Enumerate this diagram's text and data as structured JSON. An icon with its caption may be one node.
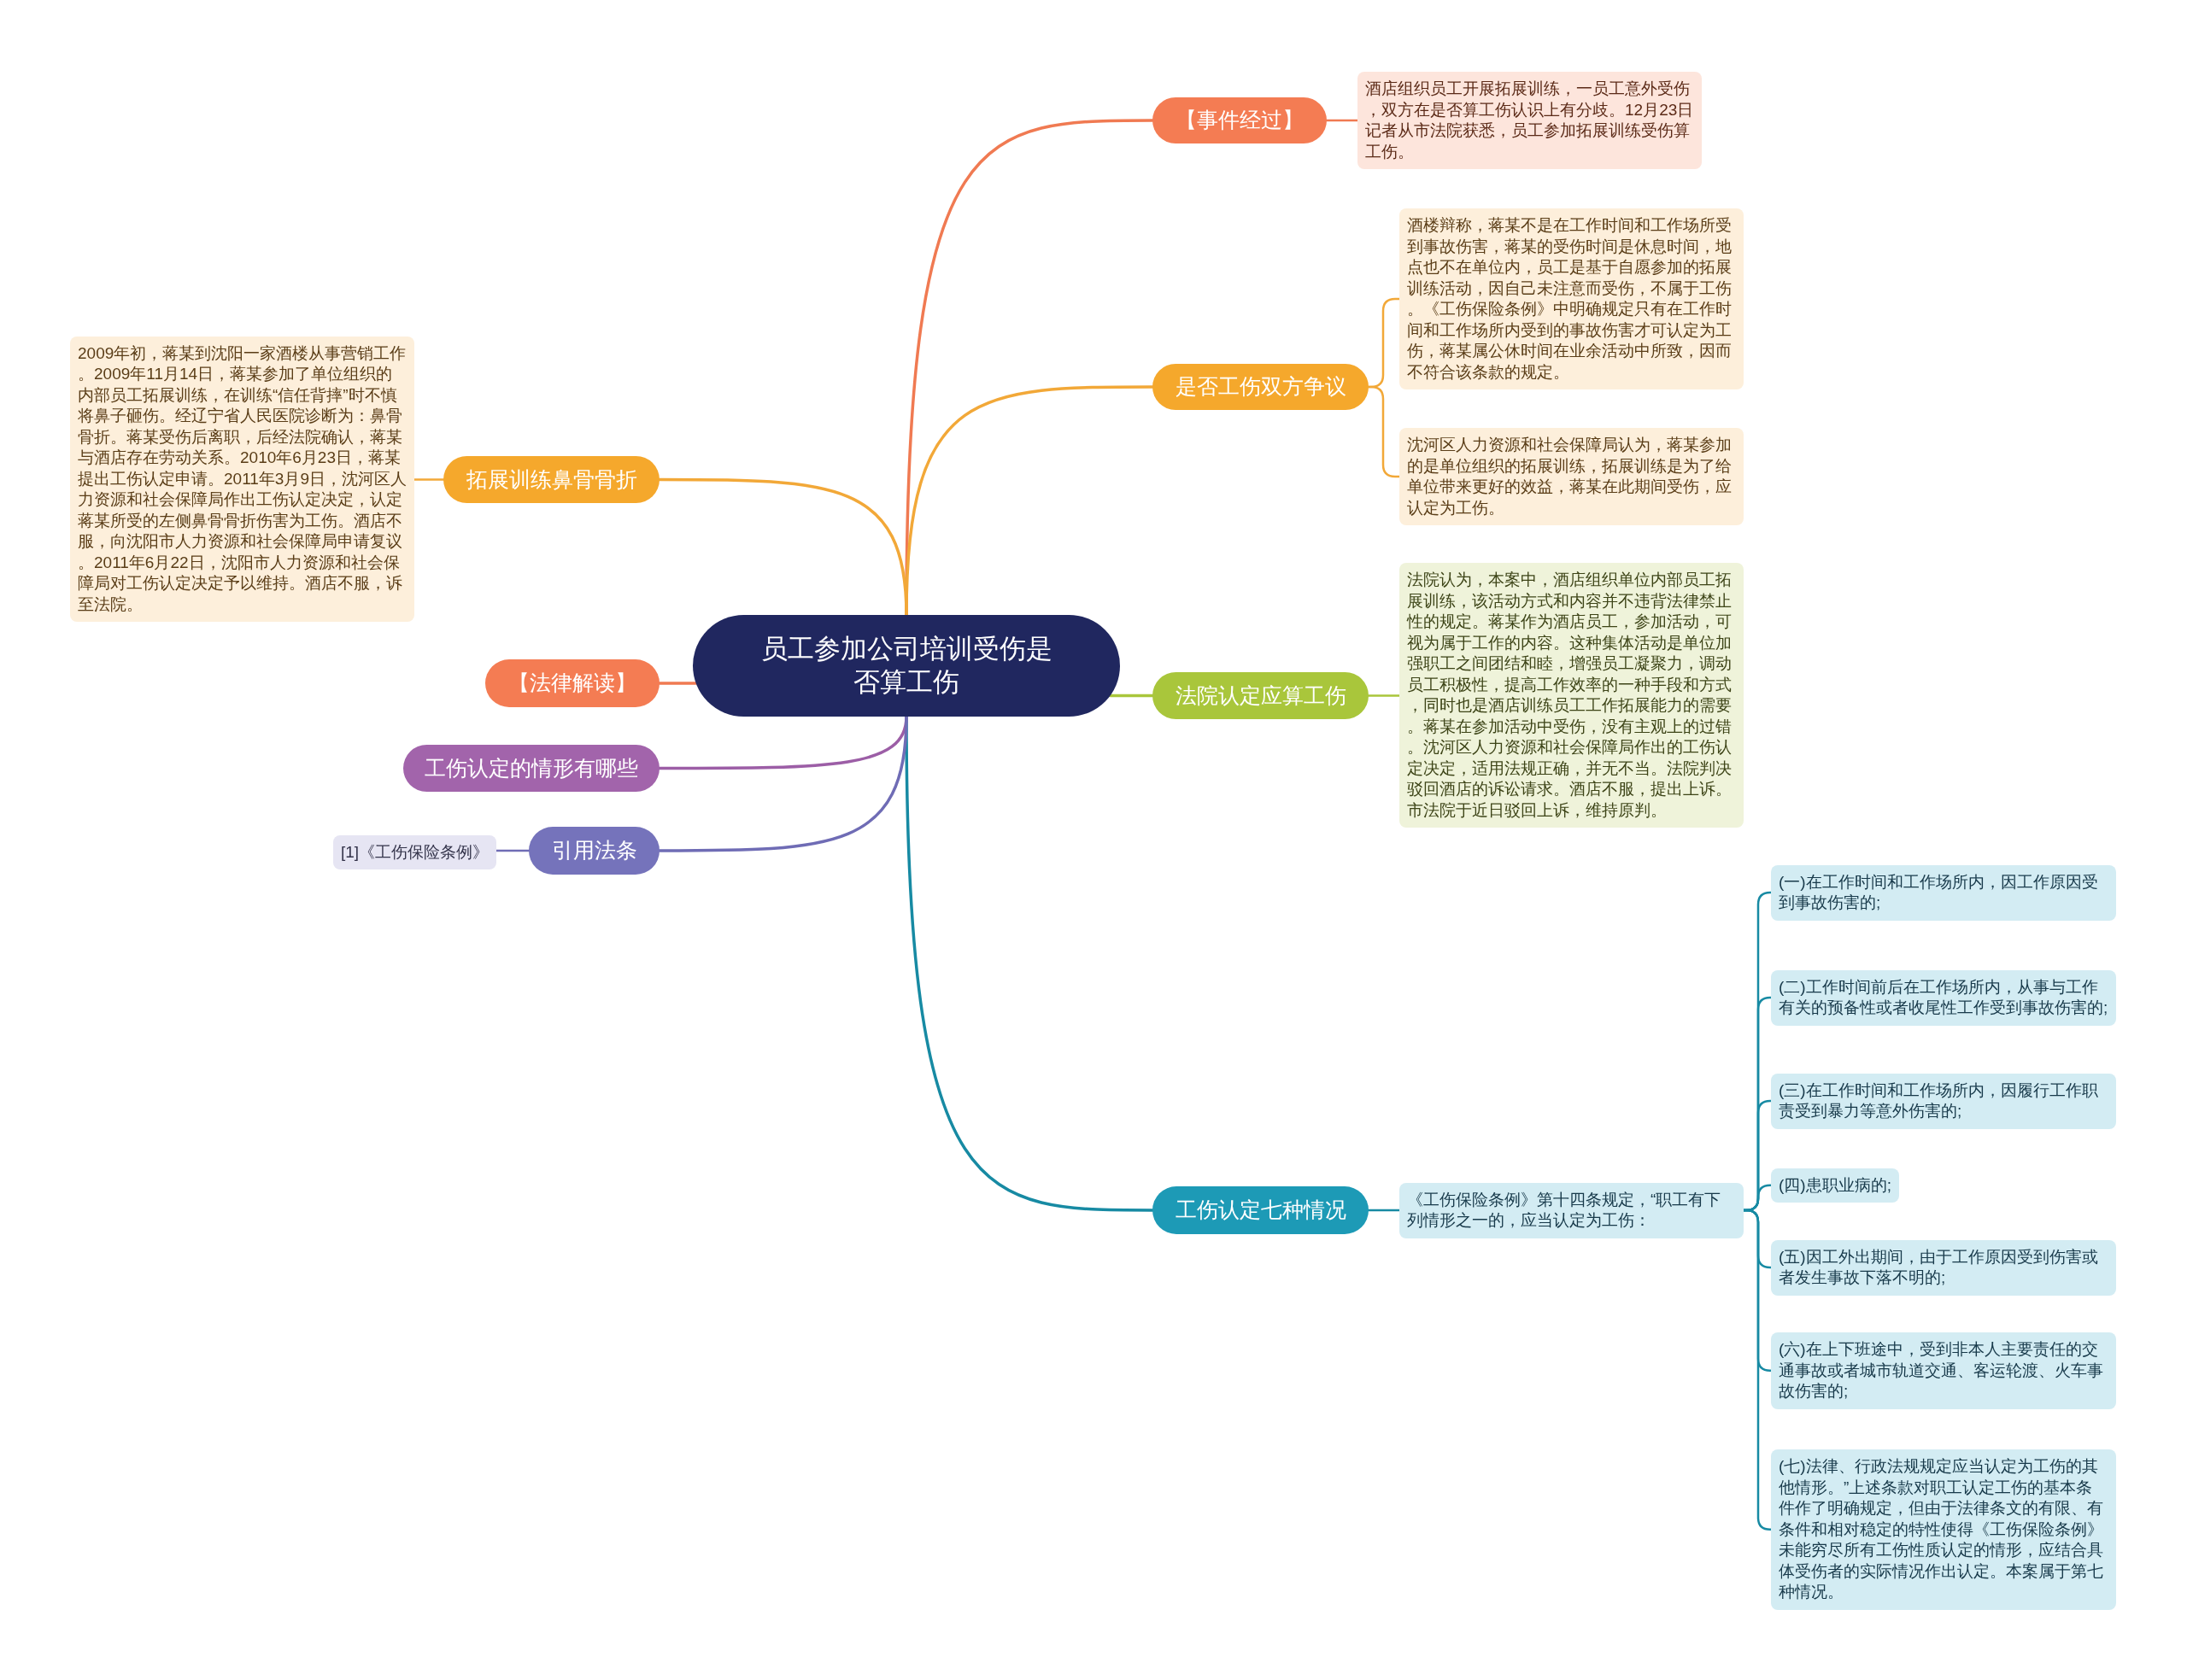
{
  "diagram": {
    "nodes": [
      {
        "text": [
          "员工参加公司培训受伤是否算工伤"
        ]
      },
      {
        "text": [
          "【事件经过】"
        ]
      },
      {
        "text": [
          "酒店组织员工开展拓展训练，一员工意外受伤，双方在是否算工伤认识上有分歧。12月23日记者从市法院获悉，员工参加拓展训练受伤算工伤。"
        ]
      },
      {
        "text": [
          "是否工伤双方争议"
        ]
      },
      {
        "text": [
          "酒楼辩称，蒋某不是在工作时间和工作场所受到事故伤害，蒋某的受伤时间是休息时间，地点也不在单位内，员工是基于自愿参加的拓展训练活动，因自己未注意而受伤，不属于工伤。《工伤保险条例》中明确规定只有在工作时间和工作场所内受到的事故伤害才可认定为工伤，蒋某属公休时间在业余活动中所致，因而不符合该条款的规定。"
        ]
      },
      {
        "text": [
          "沈河区人力资源和社会保障局认为，蒋某参加的是单位组织的拓展训练，拓展训练是为了给单位带来更好的效益，蒋某在此期间受伤，应认定为工伤。"
        ]
      },
      {
        "text": [
          "法院认定应算工伤"
        ]
      },
      {
        "text": [
          "法院认为，本案中，酒店组织单位内部员工拓展训练，该活动方式和内容并不违背法律禁止性的规定。蒋某作为酒店员工，参加活动，可视为属于工作的内容。这种集体活动是单位加强职工之间团结和睦，增强员工凝聚力，调动员工积极性，提高工作效率的一种手段和方式，同时也是酒店训练员工工作拓展能力的需要。蒋某在参加活动中受伤，没有主观上的过错。沈河区人力资源和社会保障局作出的工伤认定决定，适用法规正确，并无不当。法院判决驳回酒店的诉讼请求。酒店不服，提出上诉。市法院于近日驳回上诉，维持原判。"
        ]
      },
      {
        "text": [
          "工伤认定七种情况"
        ]
      },
      {
        "text": [
          "《工伤保险条例》第十四条规定，“职工有下列情形之一的，应当认定为工伤："
        ]
      },
      {
        "text": [
          "(一)在工作时间和工作场所内，因工作原因受到事故伤害的;"
        ]
      },
      {
        "text": [
          "(二)工作时间前后在工作场所内，从事与工作有关的预备性或者收尾性工作受到事故伤害的;"
        ]
      },
      {
        "text": [
          "(三)在工作时间和工作场所内，因履行工作职责受到暴力等意外伤害的;"
        ]
      },
      {
        "text": [
          "(四)患职业病的;"
        ]
      },
      {
        "text": [
          "(五)因工外出期间，由于工作原因受到伤害或者发生事故下落不明的;"
        ]
      },
      {
        "text": [
          "(六)在上下班途中，受到非本人主要责任的交通事故或者城市轨道交通、客运轮渡、火车事故伤害的;"
        ]
      },
      {
        "text": [
          "(七)法律、行政法规规定应当认定为工伤的其他情形。”上述条款对职工认定工伤的基本条件作了明确规定，但由于法律条文的有限、有条件和相对稳定的特性使得《工伤保险条例》未能穷尽所有工伤性质认定的情形，应结合具体受伤者的实际情况作出认定。本案属于第七种情况。"
        ]
      },
      {
        "text": [
          "拓展训练鼻骨骨折"
        ]
      },
      {
        "text": [
          "2009年初，蒋某到沈阳一家酒楼从事营销工作。2009年11月14日，蒋某参加了单位组织的内部员工拓展训练，在训练“信任背摔”时不慎将鼻子砸伤。经辽宁省人民医院诊断为：鼻骨骨折。蒋某受伤后离职，后经法院确认，蒋某与酒店存在劳动关系。2010年6月23日，蒋某提出工伤认定申请。2011年3月9日，沈河区人力资源和社会保障局作出工伤认定决定，认定蒋某所受的左侧鼻骨骨折伤害为工伤。酒店不服，向沈阳市人力资源和社会保障局申请复议。2011年6月22日，沈阳市人力资源和社会保障局对工伤认定决定予以维持。酒店不服，诉至法院。"
        ]
      },
      {
        "text": [
          "【法律解读】"
        ]
      },
      {
        "text": [
          "工伤认定的情形有哪些"
        ]
      },
      {
        "text": [
          "引用法条"
        ]
      },
      {
        "text": [
          "[1]《工伤保险条例》"
        ]
      }
    ],
    "edges": [
      {
        "from": 0,
        "to": 1,
        "arrow": "none",
        "color": "#f07a52"
      },
      {
        "from": 1,
        "to": 2,
        "arrow": "none",
        "color": "#f07a52"
      },
      {
        "from": 0,
        "to": 3,
        "arrow": "none",
        "color": "#f2a838"
      },
      {
        "from": 3,
        "to": 4,
        "arrow": "none",
        "color": "#f2a838"
      },
      {
        "from": 3,
        "to": 5,
        "arrow": "none",
        "color": "#f2a838"
      },
      {
        "from": 0,
        "to": 6,
        "arrow": "none",
        "color": "#a9c63b"
      },
      {
        "from": 6,
        "to": 7,
        "arrow": "none",
        "color": "#a9c63b"
      },
      {
        "from": 0,
        "to": 8,
        "arrow": "none",
        "color": "#178aa3"
      },
      {
        "from": 8,
        "to": 9,
        "arrow": "none",
        "color": "#178aa3"
      },
      {
        "from": 9,
        "to": 10,
        "arrow": "none",
        "color": "#178aa3"
      },
      {
        "from": 9,
        "to": 11,
        "arrow": "none",
        "color": "#178aa3"
      },
      {
        "from": 9,
        "to": 12,
        "arrow": "none",
        "color": "#178aa3"
      },
      {
        "from": 9,
        "to": 13,
        "arrow": "none",
        "color": "#178aa3"
      },
      {
        "from": 9,
        "to": 14,
        "arrow": "none",
        "color": "#178aa3"
      },
      {
        "from": 9,
        "to": 15,
        "arrow": "none",
        "color": "#178aa3"
      },
      {
        "from": 9,
        "to": 16,
        "arrow": "none",
        "color": "#178aa3"
      },
      {
        "from": 0,
        "to": 17,
        "arrow": "none",
        "color": "#f2a838"
      },
      {
        "from": 17,
        "to": 18,
        "arrow": "none",
        "color": "#f2a838"
      },
      {
        "from": 0,
        "to": 19,
        "arrow": "none",
        "color": "#f07a52"
      },
      {
        "from": 0,
        "to": 20,
        "arrow": "none",
        "color": "#9c5ea6"
      },
      {
        "from": 0,
        "to": 21,
        "arrow": "none",
        "color": "#6f6cb5"
      },
      {
        "from": 21,
        "to": 22,
        "arrow": "none",
        "color": "#6f6cb5"
      }
    ]
  }
}
